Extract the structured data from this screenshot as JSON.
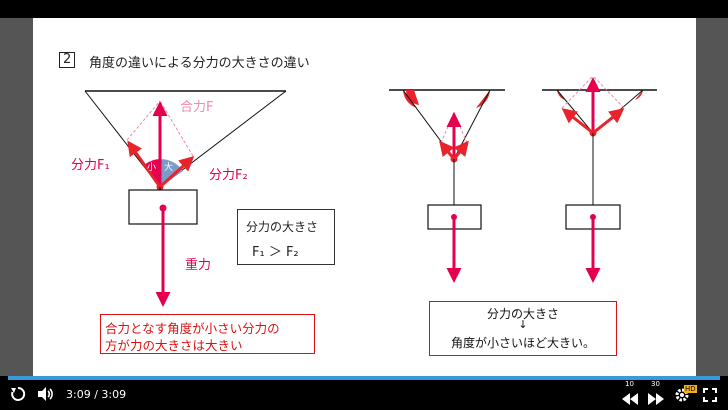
{
  "slide": {
    "section_number": "2",
    "title": "角度の違いによる分力の大きさの違い",
    "resultant_label": "合力F",
    "component_f1_label": "分力F₁",
    "component_f2_label": "分力F₂",
    "gravity_label": "重力",
    "angle_small": "小",
    "angle_large": "大",
    "compare_box": {
      "line1": "分力の大きさ",
      "line2": "F₁ ＞ F₂"
    },
    "rule_left": {
      "line1": "合力となす角度が小さい分力の",
      "line2": "方が力の大きさは大きい"
    },
    "rule_right": {
      "line1": "分力の大きさ",
      "arrow": "↓",
      "line2": "角度が小さいほど大きい。"
    }
  },
  "player": {
    "progress_percent": 100,
    "time_display": "3:09 / 3:09",
    "rewind_seconds": "10",
    "forward_seconds": "30",
    "quality_badge": "HD",
    "icons": [
      "replay-icon",
      "volume-icon",
      "rewind-icon",
      "forward-icon",
      "settings-icon",
      "fullscreen-icon"
    ],
    "accent_color": "#3a9ad9"
  }
}
